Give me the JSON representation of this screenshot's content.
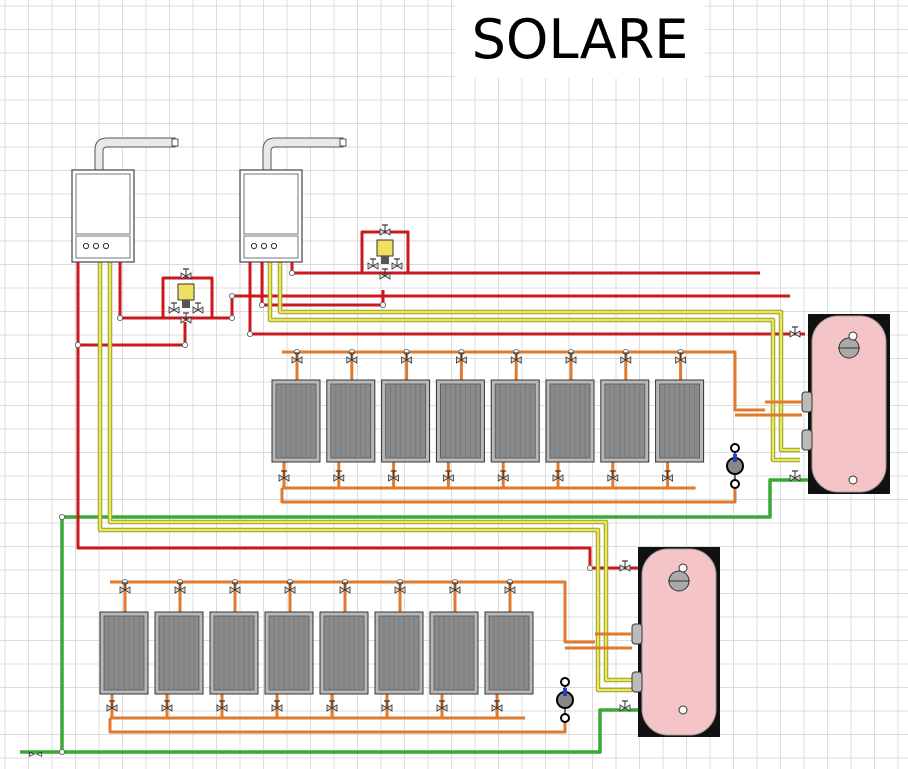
{
  "diagram": {
    "title": "SOLARE",
    "colors": {
      "grid": "#dcdcdc",
      "hot_pipe": "#c8191e",
      "solar_pipe": "#e07a2e",
      "sensor_cable": "#e8e85a",
      "cold_pipe": "#3aa935",
      "tank": "#f5c4c6",
      "panel": "#8a8a8a",
      "boiler": "#ffffff"
    },
    "boilers": [
      "boiler-1",
      "boiler-2"
    ],
    "tanks": [
      "tank-upper",
      "tank-lower"
    ],
    "panel_rows": [
      {
        "name": "upper-row",
        "count": 8
      },
      {
        "name": "lower-row",
        "count": 8
      }
    ],
    "valve_units": [
      "mixing-valve-1",
      "mixing-valve-2"
    ],
    "pumps": [
      "pump-upper",
      "pump-lower"
    ]
  }
}
